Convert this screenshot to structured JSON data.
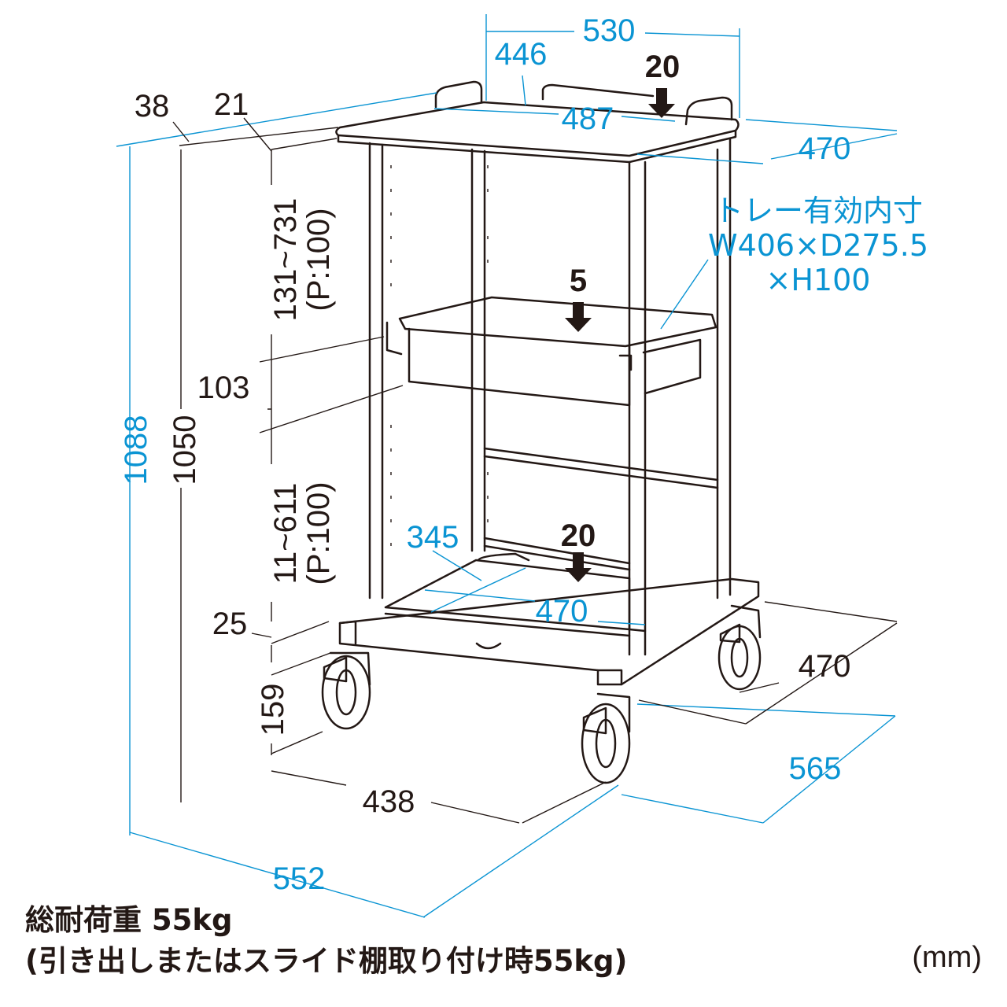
{
  "dimensions": {
    "top_width_outer": "530",
    "top_width_inner": "446",
    "top_width_handles": "487",
    "top_depth": "470",
    "top_load": "20",
    "top_edge_offset": "38",
    "top_lip": "21",
    "shelf_range_upper": "131~731",
    "shelf_pitch_upper": "(P:100)",
    "drawer_height": "103",
    "drawer_load": "5",
    "shelf_range_lower": "11~611",
    "shelf_pitch_lower": "(P:100)",
    "bottom_shelf_width": "345",
    "bottom_shelf_depth": "470",
    "bottom_load": "20",
    "height_total": "1088",
    "height_inner": "1050",
    "bottom_gap": "25",
    "base_height": "159",
    "base_depth": "470",
    "base_depth_outer": "565",
    "base_width": "438",
    "base_width_outer": "552"
  },
  "tray_note": {
    "line1": "トレー有効内寸",
    "line2": "W406×D275.5",
    "line3": "×H100"
  },
  "footer": {
    "load_total": "総耐荷重 55kg",
    "load_note": "(引き出しまたはスライド棚取り付け時55kg)",
    "unit": "(mm)"
  },
  "colors": {
    "ink": "#231815",
    "dimension_blue": "#0a94d3"
  }
}
